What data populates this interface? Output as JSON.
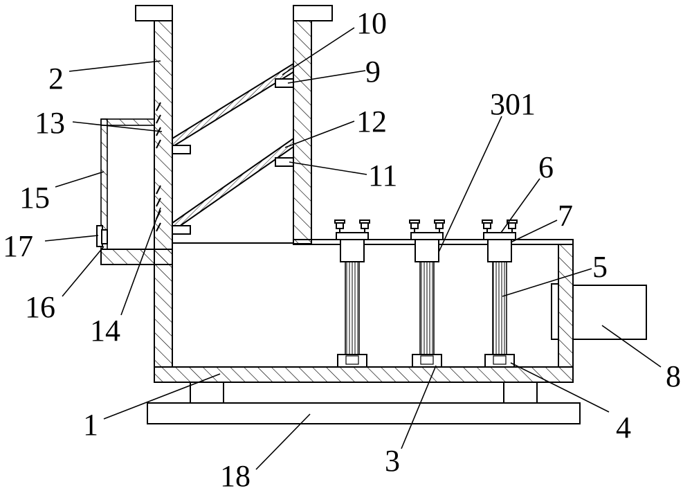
{
  "labels": {
    "l1": "1",
    "l2": "2",
    "l3": "3",
    "l4": "4",
    "l5": "5",
    "l6": "6",
    "l7": "7",
    "l8": "8",
    "l9": "9",
    "l10": "10",
    "l11": "11",
    "l12": "12",
    "l13": "13",
    "l14": "14",
    "l15": "15",
    "l16": "16",
    "l17": "17",
    "l18": "18",
    "l301": "301"
  },
  "colors": {
    "stroke": "#000000",
    "background": "#ffffff"
  }
}
